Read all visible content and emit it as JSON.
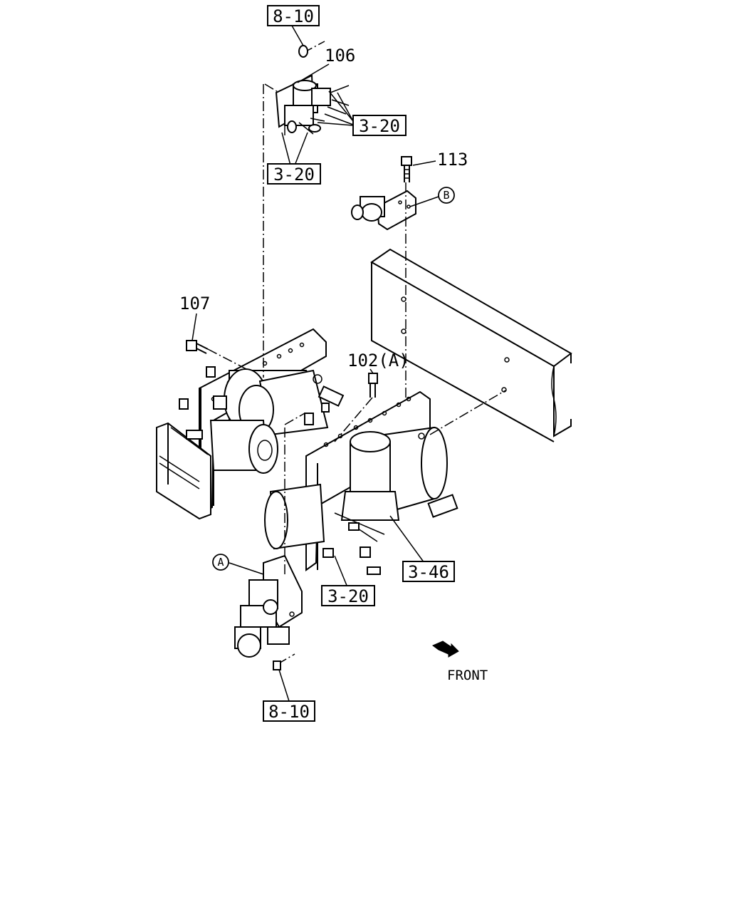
{
  "refs": {
    "r810_top": "8-10",
    "r320_right": "3-20",
    "r320_left": "3-20",
    "r346": "3-46",
    "r320_bottom": "3-20",
    "r810_bottom": "8-10"
  },
  "parts": {
    "p106": "106",
    "p113": "113",
    "p107": "107",
    "p102": "102(A)"
  },
  "markers": {
    "B": "B",
    "A": "A"
  },
  "front_label": "FRONT"
}
